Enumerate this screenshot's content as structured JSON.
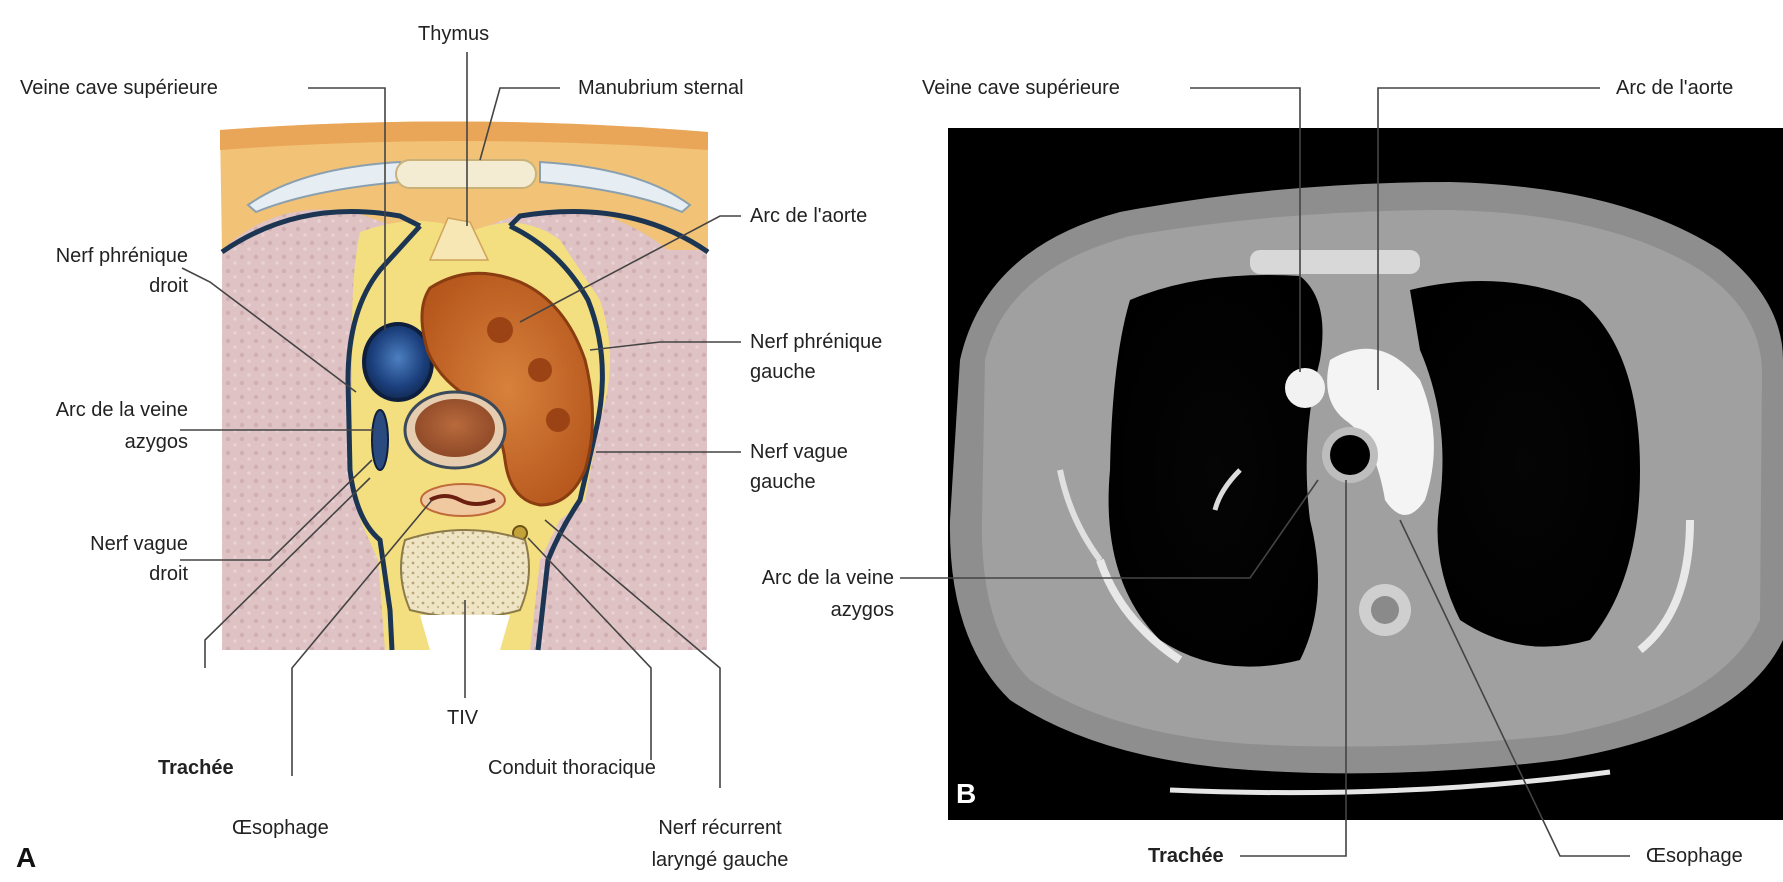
{
  "panelA": {
    "letter": "A",
    "labels": {
      "thymus": "Thymus",
      "svc": "Veine cave supérieure",
      "manubrium": "Manubrium sternal",
      "phrenic_r_1": "Nerf phrénique",
      "phrenic_r_2": "droit",
      "aortic_arch": "Arc de l'aorte",
      "phrenic_l_1": "Nerf phrénique",
      "phrenic_l_2": "gauche",
      "azygos_1": "Arc de la veine",
      "azygos_2": "azygos",
      "vagus_l_1": "Nerf vague",
      "vagus_l_2": "gauche",
      "vagus_r_1": "Nerf vague",
      "vagus_r_2": "droit",
      "tiv": "TIV",
      "trachea": "Trachée",
      "thoracic_duct": "Conduit thoracique",
      "esophagus": "Œsophage",
      "recurrent_1": "Nerf récurrent",
      "recurrent_2": "laryngé gauche"
    }
  },
  "panelB": {
    "letter": "B",
    "labels": {
      "svc": "Veine cave supérieure",
      "aortic_arch": "Arc de l'aorte",
      "azygos_1": "Arc de la veine",
      "azygos_2": "azygos",
      "trachea": "Trachée",
      "esophagus": "Œsophage"
    }
  }
}
